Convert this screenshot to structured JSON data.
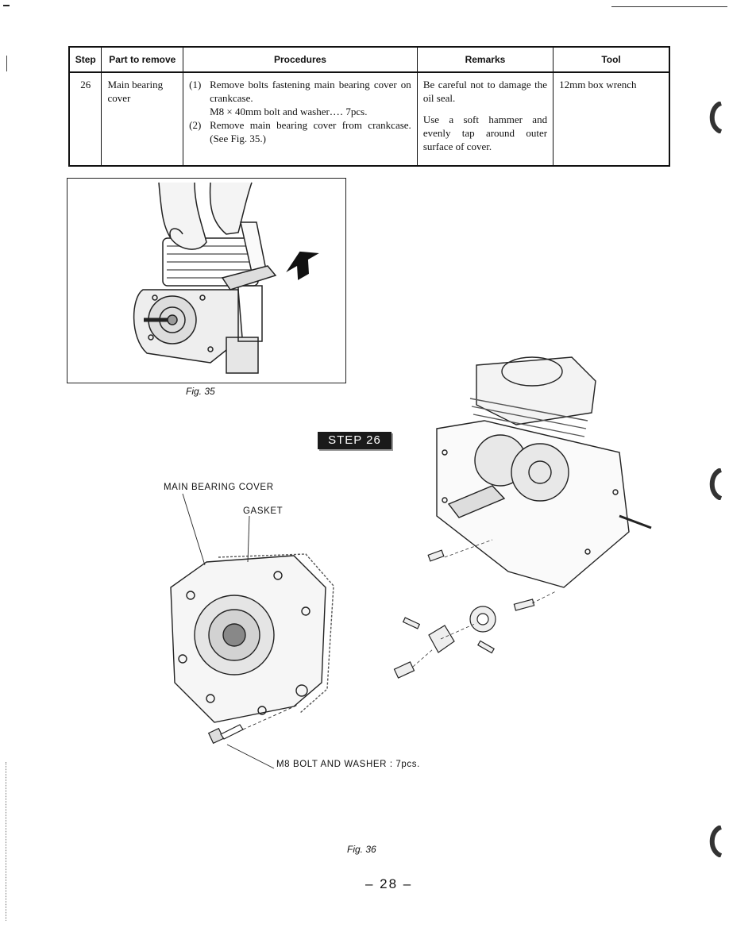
{
  "table": {
    "headers": {
      "step": "Step",
      "part": "Part to remove",
      "procedures": "Procedures",
      "remarks": "Remarks",
      "tool": "Tool"
    },
    "row": {
      "step": "26",
      "part": "Main bearing cover",
      "procedures": [
        {
          "num": "(1)",
          "text": "Remove bolts fastening main bearing cover on crankcase.",
          "sub": "M8 × 40mm bolt and washer‥‥ 7pcs."
        },
        {
          "num": "(2)",
          "text": "Remove main bearing cover from crankcase. (See Fig. 35.)",
          "sub": ""
        }
      ],
      "remarks": [
        "Be careful not to damage the oil seal.",
        "Use a soft hammer and evenly tap around outer surface of cover."
      ],
      "tool": "12mm box wrench"
    }
  },
  "figures": {
    "fig35_caption": "Fig. 35",
    "fig36_caption": "Fig. 36",
    "step_badge": "STEP 26",
    "labels": {
      "main_bearing_cover": "MAIN BEARING COVER",
      "gasket": "GASKET",
      "bolt": "M8 BOLT AND WASHER : 7pcs."
    }
  },
  "page_number": "– 28 –"
}
